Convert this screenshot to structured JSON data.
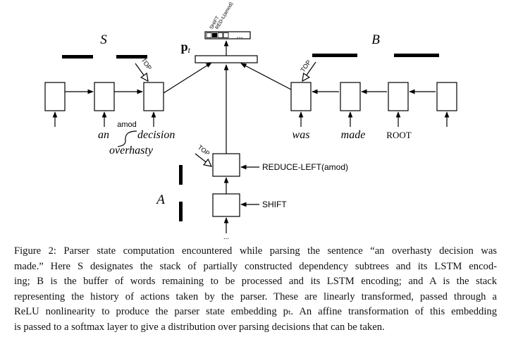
{
  "figure": {
    "labels": {
      "stack_S": "S",
      "buffer_B": "B",
      "actions_A": "A",
      "state": "p",
      "state_sub": "t",
      "top_S": "TOP",
      "top_B": "TOP",
      "top_A": "TOP",
      "action_shift_top": "SHIFT",
      "action_red_top": "RED-L(amod)",
      "ellipsis_box": "...",
      "ellipsis_bottom": "...",
      "arc_label": "amod",
      "word_an": "an",
      "word_decision": "decision",
      "word_overhasty": "overhasty",
      "word_was": "was",
      "word_made": "made",
      "word_root": "ROOT",
      "action_reduce": "REDUCE-LEFT(amod)",
      "action_shift": "SHIFT"
    }
  },
  "caption": {
    "lines": [
      "Figure 2: Parser state computation encountered while parsing the sentence “an overhasty decision was",
      "made.” Here S designates the stack of partially constructed dependency subtrees and its LSTM encod-",
      "ing; B is the buffer of words remaining to be processed and its LSTM encoding; and A is the stack",
      "representing the history of actions taken by the parser. These are linearly transformed, passed through a",
      "ReLU nonlinearity to produce the parser state embedding pₜ. An affine transformation of this embedding",
      "is passed to a softmax layer to give a distribution over parsing decisions that can be taken."
    ]
  }
}
